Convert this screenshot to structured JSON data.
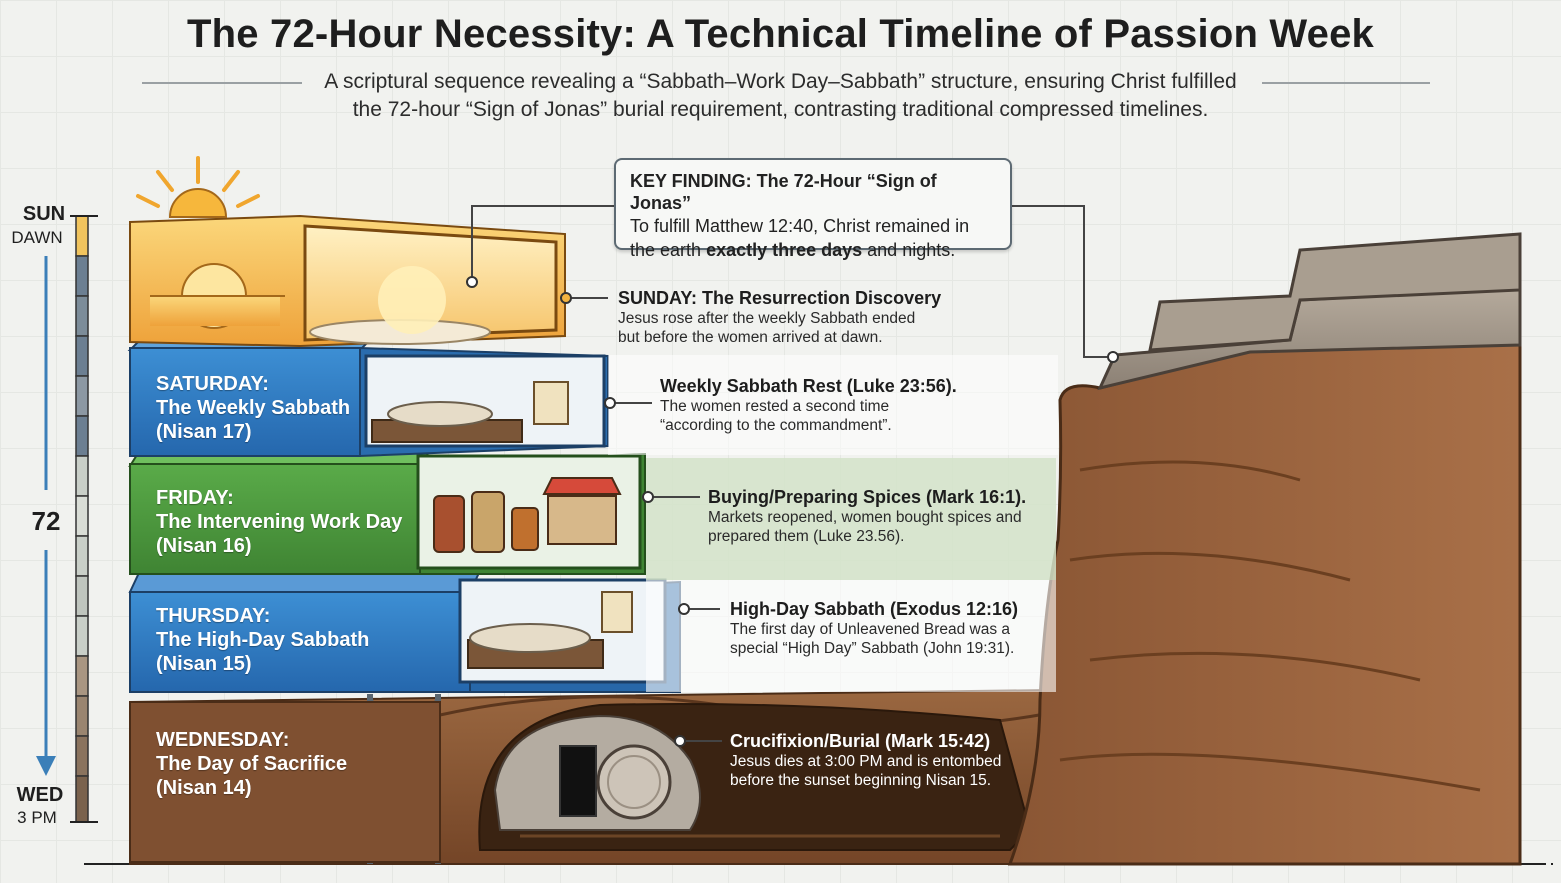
{
  "title": "The 72-Hour Necessity: A Technical Timeline of Passion Week",
  "subtitle": {
    "line1": "A scriptural sequence revealing a “Sabbath–Work Day–Sabbath” structure, ensuring Christ fulfilled",
    "line2": "the 72-hour “Sign of Jonas” burial requirement, contrasting traditional compressed timelines."
  },
  "axis": {
    "top_day": "SUN",
    "top_time": "DAWN",
    "middle": "72",
    "bottom_day": "WED",
    "bottom_time": "3 PM"
  },
  "key_finding": {
    "heading": "KEY FINDING: The 72-Hour “Sign of Jonas”",
    "line1": "To fulfill Matthew 12:40, Christ remained in",
    "line2_pre": "the earth ",
    "line2_bold": "exactly three days",
    "line2_post": " and nights."
  },
  "blocks": {
    "saturday": {
      "line1": "SATURDAY:",
      "line2": "The Weekly Sabbath",
      "line3": "(Nisan 17)"
    },
    "friday": {
      "line1": "FRIDAY:",
      "line2": "The Intervening Work Day",
      "line3": "(Nisan 16)"
    },
    "thursday": {
      "line1": "THURSDAY:",
      "line2": "The High-Day Sabbath",
      "line3": "(Nisan 15)"
    },
    "wednesday": {
      "line1": "WEDNESDAY:",
      "line2": "The Day of Sacrifice",
      "line3": "(Nisan 14)"
    }
  },
  "annotations": {
    "sunday": {
      "heading": "SUNDAY: The Resurrection Discovery",
      "line1": "Jesus rose after the weekly Sabbath ended",
      "line2": "but before the women arrived at dawn."
    },
    "saturday": {
      "heading": "Weekly Sabbath Rest (Luke 23:56).",
      "line1": "The women rested a second time",
      "line2": "“according to the commandment”."
    },
    "friday": {
      "heading": "Buying/Preparing Spices (Mark 16:1).",
      "line1": "Markets reopened, women bought spices and",
      "line2": "prepared them (Luke 23.56)."
    },
    "thursday": {
      "heading": "High-Day Sabbath (Exodus 12:16)",
      "line1": "The first day of Unleavened Bread was a",
      "line2": "special “High Day” Sabbath (John 19:31)."
    },
    "wednesday": {
      "heading": "Crucifixion/Burial (Mark 15:42)",
      "line1": "Jesus dies at 3:00 PM and is entombed",
      "line2": "before the sunset beginning Nisan 15."
    }
  },
  "colors": {
    "sunday": "#f2a93b",
    "saturday": "#2f7fc4",
    "friday": "#4e9a3f",
    "thursday": "#2b73bd",
    "earth": "#8b5a37",
    "rock": "#9b8f82",
    "annotation_friday_band": "#d3e3c9"
  }
}
